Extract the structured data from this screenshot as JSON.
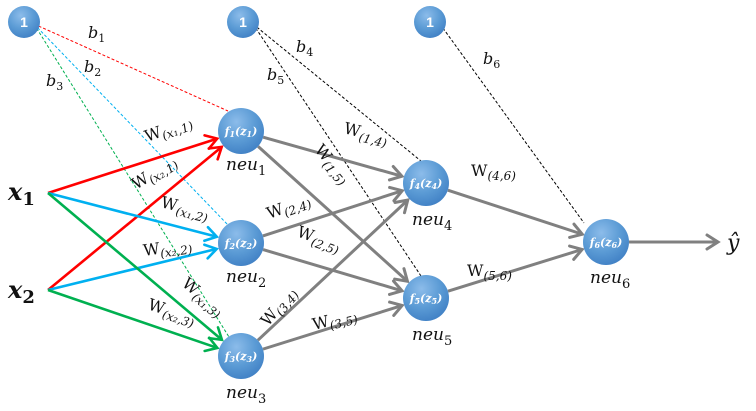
{
  "colors": {
    "node_fill": "#5b9bd5",
    "node_fill_light": "#7fb3e3",
    "node_fill_dark": "#3d7cc0",
    "input_to_neu1": "#ff0000",
    "input_to_neu2": "#00b0f0",
    "input_to_neu3": "#00b050",
    "hidden_edges": "#808080",
    "bias_to_layer2": "#000000"
  },
  "inputs": [
    {
      "id": "x1",
      "name": "x",
      "sub": "1"
    },
    {
      "id": "x2",
      "name": "x",
      "sub": "2"
    }
  ],
  "bias_nodes": [
    {
      "id": "bias0",
      "label": "1"
    },
    {
      "id": "bias1",
      "label": "1"
    },
    {
      "id": "bias2",
      "label": "1"
    }
  ],
  "neurons": [
    {
      "id": "neu1",
      "func": "f",
      "idx": "1",
      "name": "neu",
      "sub": "1"
    },
    {
      "id": "neu2",
      "func": "f",
      "idx": "2",
      "name": "neu",
      "sub": "2"
    },
    {
      "id": "neu3",
      "func": "f",
      "idx": "3",
      "name": "neu",
      "sub": "3"
    },
    {
      "id": "neu4",
      "func": "f",
      "idx": "4",
      "name": "neu",
      "sub": "4"
    },
    {
      "id": "neu5",
      "func": "f",
      "idx": "5",
      "name": "neu",
      "sub": "5"
    },
    {
      "id": "neu6",
      "func": "f",
      "idx": "6",
      "name": "neu",
      "sub": "6"
    }
  ],
  "bias_edges": [
    {
      "from": "bias0",
      "to": "neu1",
      "label": "b",
      "sub": "1",
      "color_key": "input_to_neu1"
    },
    {
      "from": "bias0",
      "to": "neu2",
      "label": "b",
      "sub": "2",
      "color_key": "input_to_neu2"
    },
    {
      "from": "bias0",
      "to": "neu3",
      "label": "b",
      "sub": "3",
      "color_key": "input_to_neu3"
    },
    {
      "from": "bias1",
      "to": "neu4",
      "label": "b",
      "sub": "4",
      "color_key": "bias_to_layer2"
    },
    {
      "from": "bias1",
      "to": "neu5",
      "label": "b",
      "sub": "5",
      "color_key": "bias_to_layer2"
    },
    {
      "from": "bias2",
      "to": "neu6",
      "label": "b",
      "sub": "6",
      "color_key": "bias_to_layer2"
    }
  ],
  "weight_edges": [
    {
      "from": "x1",
      "to": "neu1",
      "label": "W",
      "sub": "(x₁,1)",
      "color_key": "input_to_neu1"
    },
    {
      "from": "x2",
      "to": "neu1",
      "label": "W",
      "sub": "(x₂,1)",
      "color_key": "input_to_neu1"
    },
    {
      "from": "x1",
      "to": "neu2",
      "label": "W",
      "sub": "(x₁,2)",
      "color_key": "input_to_neu2"
    },
    {
      "from": "x2",
      "to": "neu2",
      "label": "W",
      "sub": "(x₂,2)",
      "color_key": "input_to_neu2"
    },
    {
      "from": "x1",
      "to": "neu3",
      "label": "W",
      "sub": "(x₁,3)",
      "color_key": "input_to_neu3"
    },
    {
      "from": "x2",
      "to": "neu3",
      "label": "W",
      "sub": "(x₂,3)",
      "color_key": "input_to_neu3"
    },
    {
      "from": "neu1",
      "to": "neu4",
      "label": "W",
      "sub": "(1,4)",
      "color_key": "hidden_edges"
    },
    {
      "from": "neu1",
      "to": "neu5",
      "label": "W",
      "sub": "(1,5)",
      "color_key": "hidden_edges"
    },
    {
      "from": "neu2",
      "to": "neu4",
      "label": "W",
      "sub": "(2,4)",
      "color_key": "hidden_edges"
    },
    {
      "from": "neu2",
      "to": "neu5",
      "label": "W",
      "sub": "(2,5)",
      "color_key": "hidden_edges"
    },
    {
      "from": "neu3",
      "to": "neu4",
      "label": "W",
      "sub": "(3,4)",
      "color_key": "hidden_edges"
    },
    {
      "from": "neu3",
      "to": "neu5",
      "label": "W",
      "sub": "(3,5)",
      "color_key": "hidden_edges"
    },
    {
      "from": "neu4",
      "to": "neu6",
      "label": "W",
      "sub": "(4,6)",
      "color_key": "hidden_edges"
    },
    {
      "from": "neu5",
      "to": "neu6",
      "label": "W",
      "sub": "(5,6)",
      "color_key": "hidden_edges"
    }
  ],
  "output": {
    "from": "neu6",
    "label": "ŷ",
    "color_key": "hidden_edges"
  }
}
